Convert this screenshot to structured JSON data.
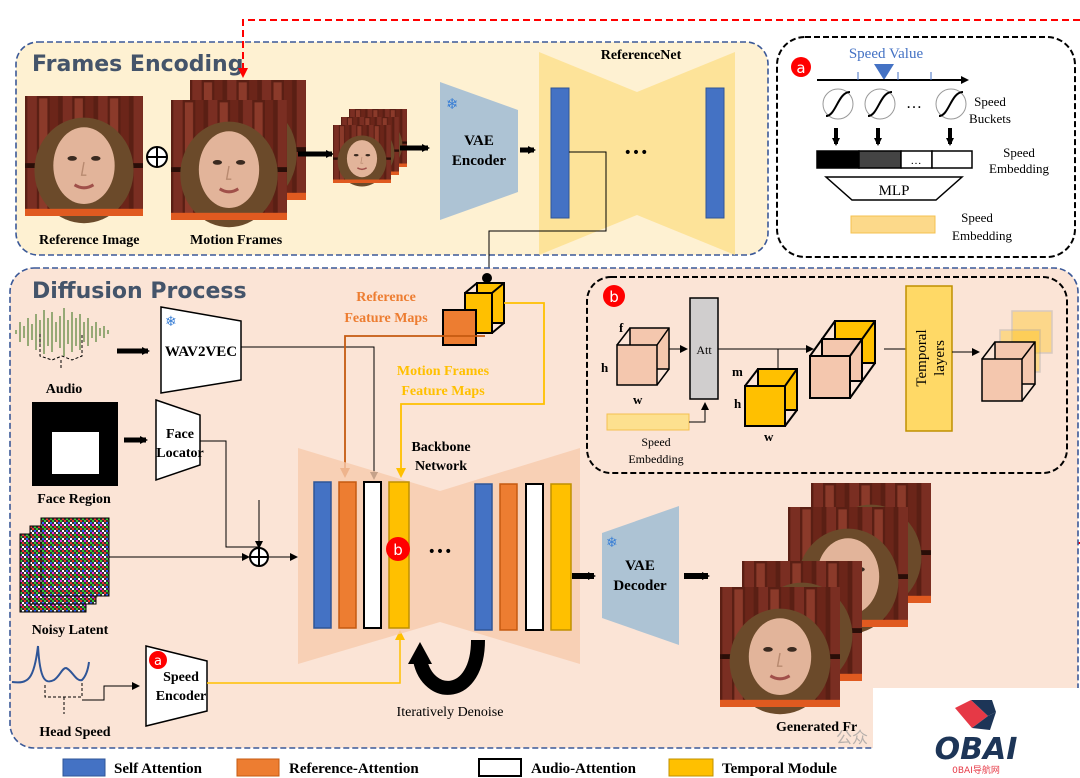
{
  "colors": {
    "frames_bg": "#fef1d2",
    "diffusion_bg": "#fbe4d6",
    "group_border": "#3b5998",
    "section_title": "#44546a",
    "self_attention": "#4472c4",
    "reference_attention": "#ed7d31",
    "audio_attention": "#ffffff",
    "temporal_module": "#ffc000",
    "vae_fill": "#adc3d4",
    "red_dashed": "#ff0000",
    "badge": "#ff0000",
    "speed_value": "#4472c4",
    "reference_label": "#ed7d31",
    "motion_label": "#ffc000"
  },
  "frames_encoding": {
    "title": "Frames Encoding",
    "reference_image_label": "Reference Image",
    "motion_frames_label": "Motion Frames",
    "vae_encoder_label": [
      "VAE",
      "Encoder"
    ],
    "referencenet_label": "ReferenceNet",
    "ellipsis": "•••"
  },
  "panel_a": {
    "badge": "a",
    "speed_value_label": "Speed Value",
    "speed_buckets_label": [
      "Speed",
      "Buckets"
    ],
    "speed_embedding_label": [
      "Speed",
      "Embedding"
    ],
    "mlp_label": "MLP",
    "output_embedding_label": [
      "Speed",
      "Embedding"
    ],
    "ellipsis": "…"
  },
  "diffusion": {
    "title": "Diffusion Process",
    "audio_label": "Audio",
    "wav2vec_label": "WAV2VEC",
    "face_region_label": "Face Region",
    "face_locator_label": [
      "Face",
      "Locator"
    ],
    "noisy_latent_label": "Noisy Latent",
    "head_speed_label": "Head Speed",
    "speed_encoder_label": [
      "Speed",
      "Encoder"
    ],
    "reference_feature_maps_label": [
      "Reference",
      "Feature Maps"
    ],
    "motion_feature_maps_label": [
      "Motion Frames",
      "Feature Maps"
    ],
    "backbone_label": [
      "Backbone",
      "Network"
    ],
    "iteratively_denoise_label": "Iteratively Denoise",
    "vae_decoder_label": [
      "VAE",
      "Decoder"
    ],
    "generated_frames_label": "Generated Fr",
    "badge_a": "a",
    "badge_b": "b",
    "ellipsis": "•••"
  },
  "panel_b": {
    "badge": "b",
    "dim_f": "f",
    "dim_h": "h",
    "dim_w": "w",
    "dim_m": "m",
    "dim_h2": "h",
    "dim_w2": "w",
    "att_label": "Att",
    "speed_embedding_label": [
      "Speed",
      "Embedding"
    ],
    "temporal_layers_label": [
      "Temporal",
      "layers"
    ]
  },
  "legend": [
    {
      "label": "Self Attention",
      "color": "#4472c4"
    },
    {
      "label": "Reference-Attention",
      "color": "#ed7d31"
    },
    {
      "label": "Audio-Attention",
      "color": "#ffffff"
    },
    {
      "label": "Temporal Module",
      "color": "#ffc000"
    }
  ],
  "watermark": {
    "brand": "OBAI",
    "subtitle": "0BAI导航网",
    "wechat_text": "公众"
  }
}
